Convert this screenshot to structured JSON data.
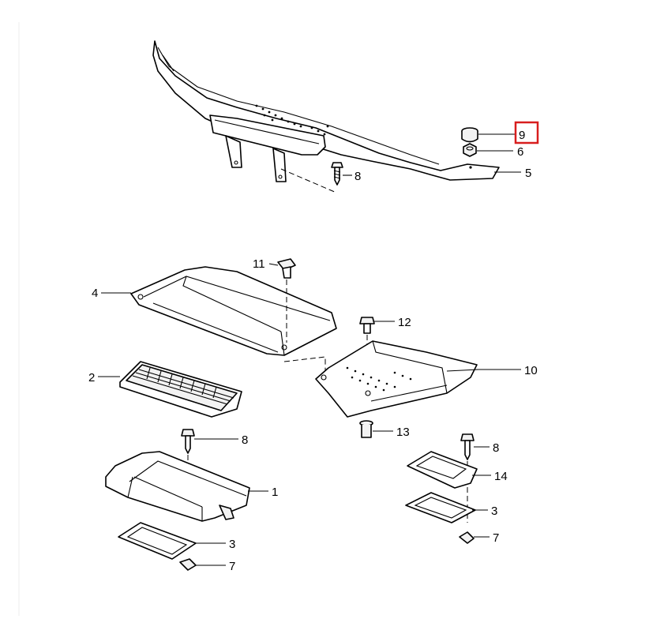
{
  "callouts": [
    {
      "id": "1",
      "label": "1"
    },
    {
      "id": "2",
      "label": "2"
    },
    {
      "id": "3a",
      "label": "3"
    },
    {
      "id": "3b",
      "label": "3"
    },
    {
      "id": "4",
      "label": "4"
    },
    {
      "id": "5",
      "label": "5"
    },
    {
      "id": "6",
      "label": "6"
    },
    {
      "id": "7a",
      "label": "7"
    },
    {
      "id": "7b",
      "label": "7"
    },
    {
      "id": "8a",
      "label": "8"
    },
    {
      "id": "8b",
      "label": "8"
    },
    {
      "id": "8c",
      "label": "8"
    },
    {
      "id": "9",
      "label": "9"
    },
    {
      "id": "10",
      "label": "10"
    },
    {
      "id": "11",
      "label": "11"
    },
    {
      "id": "12",
      "label": "12"
    },
    {
      "id": "13",
      "label": "13"
    },
    {
      "id": "14",
      "label": "14"
    }
  ],
  "highlight": {
    "callout": "9",
    "color": "#d81e1e"
  }
}
